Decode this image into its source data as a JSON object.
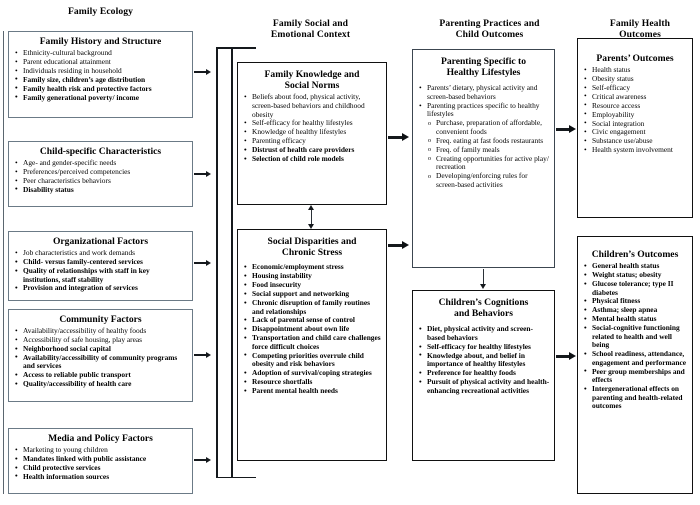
{
  "columns": [
    {
      "id": "family-ecology",
      "title": "Family Ecology"
    },
    {
      "id": "family-social-emotional-context",
      "title": "Family Social and\nEmotional Context"
    },
    {
      "id": "parenting-practices-child-outcomes",
      "title": "Parenting Practices and\nChild Outcomes"
    },
    {
      "id": "family-health-outcomes",
      "title": "Family Health\nOutcomes"
    }
  ],
  "boxes": {
    "family_history": {
      "title": "Family History and Structure",
      "items": [
        {
          "text": "Ethnicity-cultural background",
          "bold": false
        },
        {
          "text": "Parent educational attainment",
          "bold": false
        },
        {
          "text": "Individuals residing in household",
          "bold": false
        },
        {
          "text": "Family size, children’s age distribution",
          "bold": true
        },
        {
          "text": "Family health risk and protective factors",
          "bold": true
        },
        {
          "text": "Family generational poverty/ income",
          "bold": true
        }
      ]
    },
    "child_specific": {
      "title": "Child-specific Characteristics",
      "items": [
        {
          "text": "Age- and gender-specific needs",
          "bold": false
        },
        {
          "text": "Preferences/perceived competencies",
          "bold": false
        },
        {
          "text": "Peer characteristics behaviors",
          "bold": false
        },
        {
          "text": "Disability status",
          "bold": true
        }
      ]
    },
    "organizational": {
      "title": "Organizational Factors",
      "items": [
        {
          "text": "Job characteristics and work demands",
          "bold": false
        },
        {
          "text": "Child- versus family-centered services",
          "bold": true
        },
        {
          "text": "Quality of relationships with staff in key institutions, staff stability",
          "bold": true
        },
        {
          "text": "Provision and integration of services",
          "bold": true
        }
      ]
    },
    "community": {
      "title": "Community Factors",
      "items": [
        {
          "text": "Availability/accessibility of healthy foods",
          "bold": false
        },
        {
          "text": "Accessibility of safe housing, play areas",
          "bold": false
        },
        {
          "text": "Neighborhood social capital",
          "bold": true
        },
        {
          "text": "Availability/accessibility of community programs and services",
          "bold": true
        },
        {
          "text": "Access to reliable public transport",
          "bold": true
        },
        {
          "text": "Quality/accessibility of health care",
          "bold": true
        }
      ]
    },
    "media_policy": {
      "title": "Media and Policy Factors",
      "items": [
        {
          "text": "Marketing to young children",
          "bold": false
        },
        {
          "text": "Mandates linked with public assistance",
          "bold": true
        },
        {
          "text": "Child protective services",
          "bold": true
        },
        {
          "text": "Health information sources",
          "bold": true
        }
      ]
    },
    "family_knowledge": {
      "title": "Family Knowledge and\nSocial Norms",
      "items": [
        {
          "text": "Beliefs about food, physical activity, screen-based behaviors and childhood obesity",
          "bold": false
        },
        {
          "text": "Self-efficacy for healthy lifestyles",
          "bold": false
        },
        {
          "text": "Knowledge of healthy lifestyles",
          "bold": false
        },
        {
          "text": "Parenting efficacy",
          "bold": false
        },
        {
          "text": "Distrust of health care providers",
          "bold": true
        },
        {
          "text": "Selection of child role models",
          "bold": true
        }
      ]
    },
    "social_disparities": {
      "title": "Social Disparities and\nChronic Stress",
      "items": [
        {
          "text": "Economic/employment stress",
          "bold": true
        },
        {
          "text": "Housing instability",
          "bold": true
        },
        {
          "text": "Food insecurity",
          "bold": true
        },
        {
          "text": "Social support and networking",
          "bold": true
        },
        {
          "text": "Chronic disruption of family routines and relationships",
          "bold": true
        },
        {
          "text": "Lack of parental sense of control",
          "bold": true
        },
        {
          "text": "Disappointment about own life",
          "bold": true
        },
        {
          "text": "Transportation and child care challenges force difficult choices",
          "bold": true
        },
        {
          "text": "Competing priorities overrule child obesity and risk behaviors",
          "bold": true
        },
        {
          "text": "Adoption of survival/coping strategies",
          "bold": true
        },
        {
          "text": "Resource shortfalls",
          "bold": true
        },
        {
          "text": "Parent mental health needs",
          "bold": true
        }
      ]
    },
    "parenting_specific": {
      "title": "Parenting Specific to\nHealthy Lifestyles",
      "items": [
        {
          "text": "Parents’ dietary, physical activity and screen-based behaviors",
          "bold": false,
          "sub": false
        },
        {
          "text": "Parenting practices specific to healthy lifestyles",
          "bold": false,
          "sub": false
        },
        {
          "text": "Purchase, preparation of affordable, convenient foods",
          "bold": false,
          "sub": true
        },
        {
          "text": "Freq. eating at fast foods restaurants",
          "bold": false,
          "sub": true
        },
        {
          "text": "Freq. of family meals",
          "bold": false,
          "sub": true
        },
        {
          "text": "Creating opportunities for active play/ recreation",
          "bold": false,
          "sub": true
        },
        {
          "text": "Developing/enforcing rules for screen-based activities",
          "bold": false,
          "sub": true
        }
      ]
    },
    "childrens_cognitions": {
      "title": "Children’s Cognitions\nand Behaviors",
      "items": [
        {
          "text": "Diet, physical activity and screen-based behaviors",
          "bold": true
        },
        {
          "text": "Self-efficacy for healthy lifestyles",
          "bold": true
        },
        {
          "text": "Knowledge about, and belief in importance of healthy lifestyles",
          "bold": true
        },
        {
          "text": "Preference for healthy foods",
          "bold": true
        },
        {
          "text": "Pursuit of physical activity and health-enhancing recreational activities",
          "bold": true
        }
      ]
    },
    "parents_outcomes": {
      "title": "Parents’ Outcomes",
      "items": [
        {
          "text": "Health status",
          "bold": false
        },
        {
          "text": "Obesity status",
          "bold": false
        },
        {
          "text": "Self-efficacy",
          "bold": false
        },
        {
          "text": "Critical awareness",
          "bold": false
        },
        {
          "text": "Resource access",
          "bold": false
        },
        {
          "text": "Employability",
          "bold": false
        },
        {
          "text": "Social integration",
          "bold": false
        },
        {
          "text": "Civic engagement",
          "bold": false
        },
        {
          "text": "Substance use/abuse",
          "bold": false
        },
        {
          "text": "Health system involvement",
          "bold": false
        }
      ]
    },
    "childrens_outcomes": {
      "title": "Children’s Outcomes",
      "items": [
        {
          "text": "General health status",
          "bold": true
        },
        {
          "text": "Weight status; obesity",
          "bold": true
        },
        {
          "text": "Glucose tolerance; type II diabetes",
          "bold": true
        },
        {
          "text": "Physical fitness",
          "bold": true
        },
        {
          "text": "Asthma; sleep apnea",
          "bold": true
        },
        {
          "text": "Mental health status",
          "bold": true
        },
        {
          "text": "Social-cognitive functioning related to health and well being",
          "bold": true
        },
        {
          "text": "School readiness, attendance, engagement and performance",
          "bold": true
        },
        {
          "text": "Peer group memberships and effects",
          "bold": true
        },
        {
          "text": "Intergenerational effects on parenting and health-related outcomes",
          "bold": true
        }
      ]
    }
  },
  "colors": {
    "box_border": "#6b7a86",
    "box_border_dark": "#111111",
    "arrow": "#15191d",
    "text": "#000000",
    "background": "#ffffff"
  }
}
